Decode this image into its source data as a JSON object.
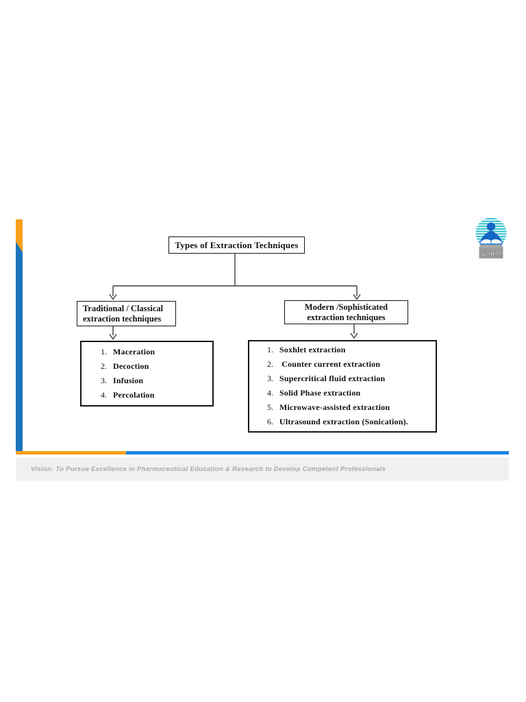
{
  "page": {
    "footer_vision": "Vision: To Pursue Excellence in Pharmaceutical Education & Research to Develop Competent Professionals"
  },
  "logo": {
    "text": "SVKM"
  },
  "diagram": {
    "root": "Types of Extraction Techniques",
    "branches": [
      {
        "title_line1": "Traditional / Classical",
        "title_line2": "extraction techniques",
        "items": [
          {
            "num": "1.",
            "label": "Maceration"
          },
          {
            "num": "2.",
            "label": "Decoction"
          },
          {
            "num": "3.",
            "label": "Infusion"
          },
          {
            "num": "4.",
            "label": "Percolation"
          }
        ]
      },
      {
        "title_line1": "Modern /Sophisticated",
        "title_line2": "extraction techniques",
        "items": [
          {
            "num": "1.",
            "label": "Soxhlet extraction"
          },
          {
            "num": "2.",
            "label": " Counter current extraction"
          },
          {
            "num": "3.",
            "label": "Supercritical fluid extraction"
          },
          {
            "num": "4.",
            "label": "Solid Phase extraction"
          },
          {
            "num": "5.",
            "label": "Microwave-assisted extraction"
          },
          {
            "num": "6.",
            "label": "Ultrasound extraction (Sonication)."
          }
        ]
      }
    ]
  },
  "colors": {
    "accent_orange": "#f9a01c",
    "accent_blue_vertical": "#1b75bc",
    "accent_blue_horizontal": "#1c86e0",
    "logo_cyan": "#35c2ce",
    "logo_blue": "#1366c6",
    "footer_text": "#a9a9a9",
    "box_border": "#161616"
  }
}
